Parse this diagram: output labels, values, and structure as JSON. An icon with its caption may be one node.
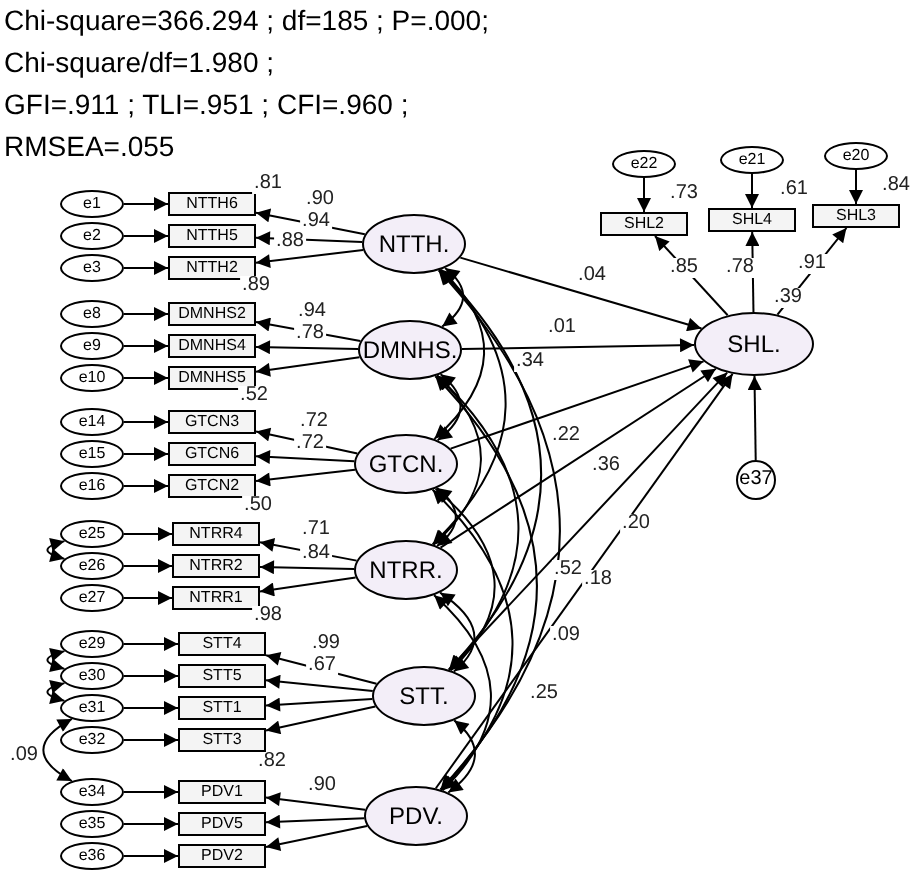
{
  "diagram": {
    "nodes": [
      {
        "text": [
          "e22"
        ]
      },
      {
        "text": [
          "e21"
        ]
      },
      {
        "text": [
          "e20"
        ]
      },
      {
        "text": [
          "SHL2"
        ]
      },
      {
        "text": [
          "SHL4"
        ]
      },
      {
        "text": [
          "SHL3"
        ]
      },
      {
        "text": [
          "e1"
        ]
      },
      {
        "text": [
          "e2"
        ]
      },
      {
        "text": [
          "e3"
        ]
      },
      {
        "text": [
          "NTTH6"
        ]
      },
      {
        "text": [
          "NTTH5"
        ]
      },
      {
        "text": [
          "NTTH2"
        ]
      },
      {
        "text": [
          "NTTH."
        ]
      },
      {
        "text": [
          "e8"
        ]
      },
      {
        "text": [
          "e9"
        ]
      },
      {
        "text": [
          "e10"
        ]
      },
      {
        "text": [
          "DMNHS2"
        ]
      },
      {
        "text": [
          "DMNHS4"
        ]
      },
      {
        "text": [
          "DMNHS5"
        ]
      },
      {
        "text": [
          "DMNHS."
        ]
      },
      {
        "text": [
          "e14"
        ]
      },
      {
        "text": [
          "e15"
        ]
      },
      {
        "text": [
          "e16"
        ]
      },
      {
        "text": [
          "GTCN3"
        ]
      },
      {
        "text": [
          "GTCN6"
        ]
      },
      {
        "text": [
          "GTCN2"
        ]
      },
      {
        "text": [
          "GTCN."
        ]
      },
      {
        "text": [
          "SHL."
        ]
      },
      {
        "text": [
          "e25"
        ]
      },
      {
        "text": [
          "e26"
        ]
      },
      {
        "text": [
          "e27"
        ]
      },
      {
        "text": [
          "NTRR4"
        ]
      },
      {
        "text": [
          "NTRR2"
        ]
      },
      {
        "text": [
          "NTRR1"
        ]
      },
      {
        "text": [
          "NTRR."
        ]
      },
      {
        "text": [
          "e37"
        ]
      },
      {
        "text": [
          "e29"
        ]
      },
      {
        "text": [
          "e30"
        ]
      },
      {
        "text": [
          "e31"
        ]
      },
      {
        "text": [
          "e32"
        ]
      },
      {
        "text": [
          "STT4"
        ]
      },
      {
        "text": [
          "STT5"
        ]
      },
      {
        "text": [
          "STT1"
        ]
      },
      {
        "text": [
          "STT3"
        ]
      },
      {
        "text": [
          "STT."
        ]
      },
      {
        "text": [
          "e34"
        ]
      },
      {
        "text": [
          "e35"
        ]
      },
      {
        "text": [
          "e36"
        ]
      },
      {
        "text": [
          "PDV1"
        ]
      },
      {
        "text": [
          "PDV5"
        ]
      },
      {
        "text": [
          "PDV2"
        ]
      },
      {
        "text": [
          "PDV."
        ]
      }
    ],
    "edges": [
      {
        "from": 0,
        "to": 3,
        "arrow": "to"
      },
      {
        "from": 1,
        "to": 4,
        "arrow": "to"
      },
      {
        "from": 2,
        "to": 5,
        "arrow": "to"
      },
      {
        "from": 27,
        "to": 3,
        "arrow": "to"
      },
      {
        "from": 27,
        "to": 4,
        "arrow": "to"
      },
      {
        "from": 27,
        "to": 5,
        "arrow": "to"
      },
      {
        "from": 6,
        "to": 9,
        "arrow": "to"
      },
      {
        "from": 7,
        "to": 10,
        "arrow": "to"
      },
      {
        "from": 8,
        "to": 11,
        "arrow": "to"
      },
      {
        "from": 12,
        "to": 9,
        "arrow": "to"
      },
      {
        "from": 12,
        "to": 10,
        "arrow": "to"
      },
      {
        "from": 12,
        "to": 11,
        "arrow": "to"
      },
      {
        "from": 13,
        "to": 16,
        "arrow": "to"
      },
      {
        "from": 14,
        "to": 17,
        "arrow": "to"
      },
      {
        "from": 15,
        "to": 18,
        "arrow": "to"
      },
      {
        "from": 19,
        "to": 16,
        "arrow": "to"
      },
      {
        "from": 19,
        "to": 17,
        "arrow": "to"
      },
      {
        "from": 19,
        "to": 18,
        "arrow": "to"
      },
      {
        "from": 20,
        "to": 23,
        "arrow": "to"
      },
      {
        "from": 21,
        "to": 24,
        "arrow": "to"
      },
      {
        "from": 22,
        "to": 25,
        "arrow": "to"
      },
      {
        "from": 26,
        "to": 23,
        "arrow": "to"
      },
      {
        "from": 26,
        "to": 24,
        "arrow": "to"
      },
      {
        "from": 26,
        "to": 25,
        "arrow": "to"
      },
      {
        "from": 28,
        "to": 31,
        "arrow": "to"
      },
      {
        "from": 29,
        "to": 32,
        "arrow": "to"
      },
      {
        "from": 30,
        "to": 33,
        "arrow": "to"
      },
      {
        "from": 34,
        "to": 31,
        "arrow": "to"
      },
      {
        "from": 34,
        "to": 32,
        "arrow": "to"
      },
      {
        "from": 34,
        "to": 33,
        "arrow": "to"
      },
      {
        "from": 36,
        "to": 40,
        "arrow": "to"
      },
      {
        "from": 37,
        "to": 41,
        "arrow": "to"
      },
      {
        "from": 38,
        "to": 42,
        "arrow": "to"
      },
      {
        "from": 39,
        "to": 43,
        "arrow": "to"
      },
      {
        "from": 44,
        "to": 40,
        "arrow": "to"
      },
      {
        "from": 44,
        "to": 41,
        "arrow": "to"
      },
      {
        "from": 44,
        "to": 42,
        "arrow": "to"
      },
      {
        "from": 44,
        "to": 43,
        "arrow": "to"
      },
      {
        "from": 45,
        "to": 48,
        "arrow": "to"
      },
      {
        "from": 46,
        "to": 49,
        "arrow": "to"
      },
      {
        "from": 47,
        "to": 50,
        "arrow": "to"
      },
      {
        "from": 51,
        "to": 48,
        "arrow": "to"
      },
      {
        "from": 51,
        "to": 49,
        "arrow": "to"
      },
      {
        "from": 51,
        "to": 50,
        "arrow": "to"
      },
      {
        "from": 12,
        "to": 27,
        "arrow": "to"
      },
      {
        "from": 19,
        "to": 27,
        "arrow": "to"
      },
      {
        "from": 26,
        "to": 27,
        "arrow": "to"
      },
      {
        "from": 34,
        "to": 27,
        "arrow": "to"
      },
      {
        "from": 44,
        "to": 27,
        "arrow": "to"
      },
      {
        "from": 51,
        "to": 27,
        "arrow": "to"
      },
      {
        "from": 35,
        "to": 27,
        "arrow": "to"
      },
      {
        "from": 12,
        "to": 19,
        "arrow": "both"
      },
      {
        "from": 12,
        "to": 26,
        "arrow": "both"
      },
      {
        "from": 12,
        "to": 34,
        "arrow": "both"
      },
      {
        "from": 12,
        "to": 44,
        "arrow": "both"
      },
      {
        "from": 12,
        "to": 51,
        "arrow": "both"
      },
      {
        "from": 19,
        "to": 26,
        "arrow": "both"
      },
      {
        "from": 19,
        "to": 34,
        "arrow": "both"
      },
      {
        "from": 19,
        "to": 44,
        "arrow": "both"
      },
      {
        "from": 19,
        "to": 51,
        "arrow": "both"
      },
      {
        "from": 26,
        "to": 34,
        "arrow": "both"
      },
      {
        "from": 26,
        "to": 44,
        "arrow": "both"
      },
      {
        "from": 26,
        "to": 51,
        "arrow": "both"
      },
      {
        "from": 34,
        "to": 44,
        "arrow": "both"
      },
      {
        "from": 34,
        "to": 51,
        "arrow": "both"
      },
      {
        "from": 44,
        "to": 51,
        "arrow": "both"
      },
      {
        "from": 28,
        "to": 29,
        "arrow": "both"
      },
      {
        "from": 36,
        "to": 37,
        "arrow": "both"
      },
      {
        "from": 37,
        "to": 38,
        "arrow": "both"
      },
      {
        "from": 38,
        "to": 45,
        "arrow": "both"
      }
    ],
    "labels": [
      "Chi-square=366.294 ; df=185 ; P=.000;",
      "Chi-square/df=1.980 ;",
      "GFI=.911 ; TLI=.951 ; CFI=.960 ;",
      "RMSEA=.055",
      ".73",
      ".61",
      ".84",
      ".85",
      ".78",
      ".91",
      ".39",
      ".81",
      ".90",
      ".94",
      ".88",
      ".04",
      ".89",
      ".94",
      ".78",
      ".01",
      ".34",
      ".52",
      ".72",
      ".72",
      ".22",
      ".36",
      ".50",
      ".71",
      ".20",
      ".84",
      ".52",
      ".18",
      ".98",
      ".99",
      ".67",
      ".09",
      ".25",
      ".09",
      ".82",
      ".90"
    ]
  }
}
